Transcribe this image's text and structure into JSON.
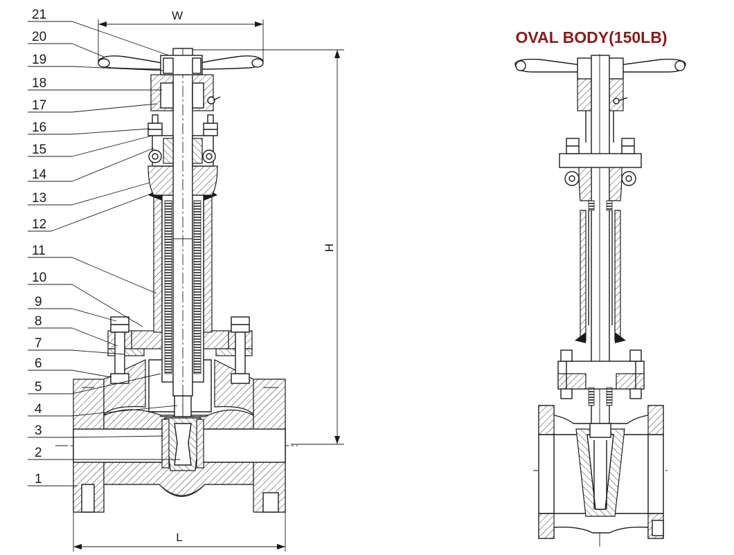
{
  "title": "OVAL BODY(150LB)",
  "title_color": "#8b1a1a",
  "dimensions": {
    "width": "W",
    "height": "H",
    "length": "L"
  },
  "part_numbers": [
    "21",
    "20",
    "19",
    "18",
    "17",
    "16",
    "15",
    "14",
    "13",
    "12",
    "11",
    "10",
    "9",
    "8",
    "7",
    "6",
    "5",
    "4",
    "3",
    "2",
    "1"
  ]
}
